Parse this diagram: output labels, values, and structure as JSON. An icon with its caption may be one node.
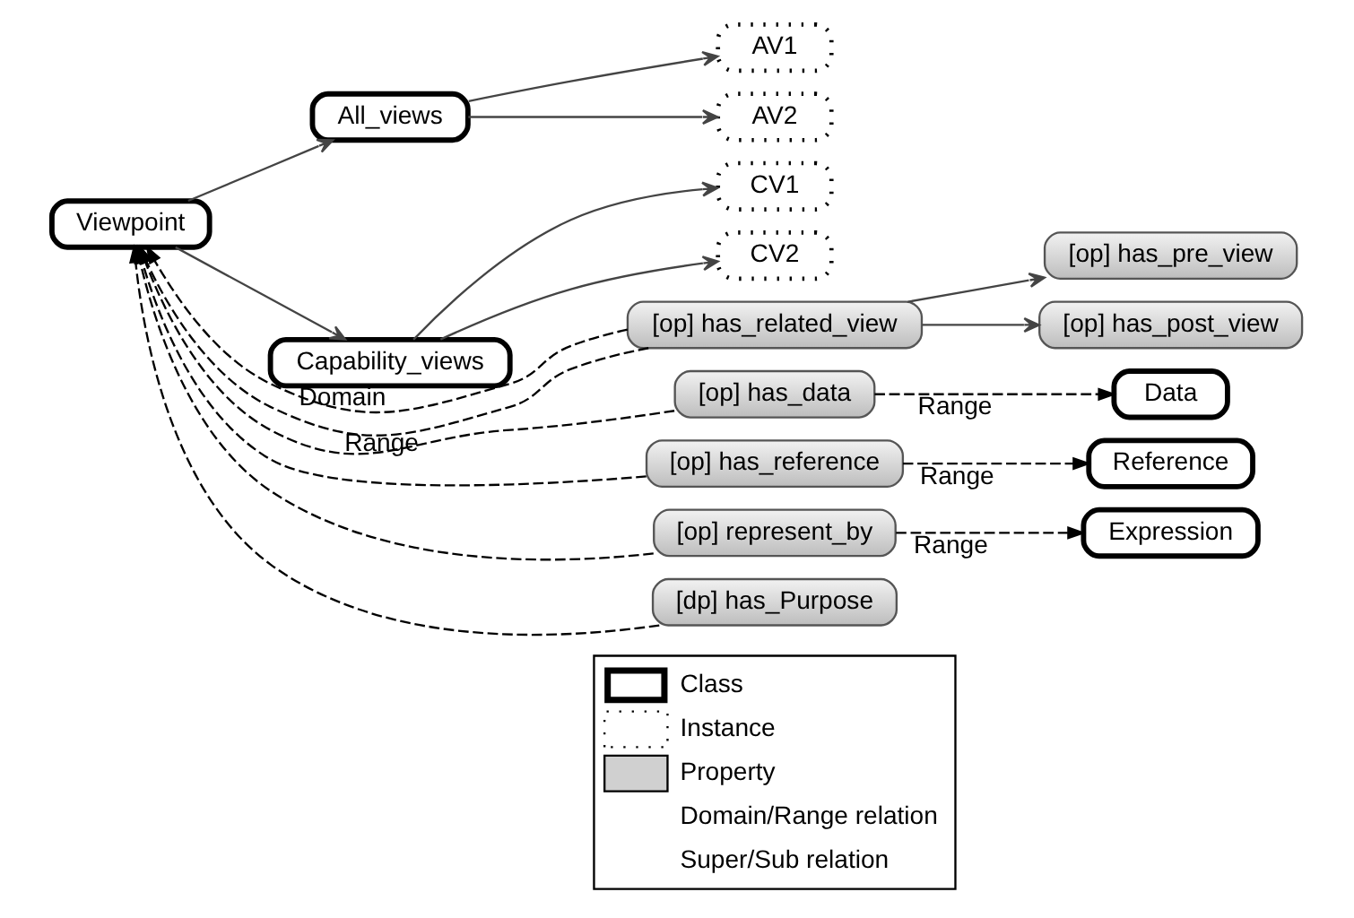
{
  "diagram": {
    "nodes": [
      {
        "text": [
          "Viewpoint"
        ]
      },
      {
        "text": [
          "All_views"
        ]
      },
      {
        "text": [
          "AV1"
        ]
      },
      {
        "text": [
          "AV2"
        ]
      },
      {
        "text": [
          "Capability_views"
        ]
      },
      {
        "text": [
          "CV1"
        ]
      },
      {
        "text": [
          "CV2"
        ]
      },
      {
        "text": [
          "[op] has_related_view"
        ]
      },
      {
        "text": [
          "[op] has_pre_view"
        ]
      },
      {
        "text": [
          "[op] has_post_view"
        ]
      },
      {
        "text": [
          "[op] has_data"
        ]
      },
      {
        "text": [
          "Data"
        ]
      },
      {
        "text": [
          "[op] has_reference"
        ]
      },
      {
        "text": [
          "Reference"
        ]
      },
      {
        "text": [
          "[op] represent_by"
        ]
      },
      {
        "text": [
          "Expression"
        ]
      },
      {
        "text": [
          "[dp] has_Purpose"
        ]
      }
    ],
    "edges": [
      {
        "from": 7,
        "to": 0,
        "arrow": "to",
        "label": "Range",
        "style": "dashed"
      },
      {
        "from": 7,
        "to": 0,
        "arrow": "to",
        "label": "Domain",
        "style": "dashed"
      },
      {
        "from": 10,
        "to": 0,
        "arrow": "to",
        "style": "dashed"
      },
      {
        "from": 12,
        "to": 0,
        "arrow": "to",
        "style": "dashed"
      },
      {
        "from": 14,
        "to": 0,
        "arrow": "to",
        "style": "dashed"
      },
      {
        "from": 16,
        "to": 0,
        "arrow": "to",
        "style": "dashed"
      },
      {
        "from": 0,
        "to": 1,
        "arrow": "to"
      },
      {
        "from": 0,
        "to": 4,
        "arrow": "to"
      },
      {
        "from": 1,
        "to": 2,
        "arrow": "to"
      },
      {
        "from": 1,
        "to": 3,
        "arrow": "to"
      },
      {
        "from": 4,
        "to": 5,
        "arrow": "to"
      },
      {
        "from": 4,
        "to": 6,
        "arrow": "to"
      },
      {
        "from": 7,
        "to": 8,
        "arrow": "to"
      },
      {
        "from": 7,
        "to": 9,
        "arrow": "to"
      },
      {
        "from": 10,
        "to": 11,
        "arrow": "to",
        "label": "Range",
        "style": "dashed"
      },
      {
        "from": 12,
        "to": 13,
        "arrow": "to",
        "label": "Range",
        "style": "dashed"
      },
      {
        "from": 14,
        "to": 15,
        "arrow": "to",
        "label": "Range",
        "style": "dashed"
      }
    ],
    "legend": [
      {
        "text": "Class"
      },
      {
        "text": "Instance"
      },
      {
        "text": "Property"
      },
      {
        "text": "Domain/Range relation"
      },
      {
        "text": "Super/Sub relation"
      }
    ]
  }
}
